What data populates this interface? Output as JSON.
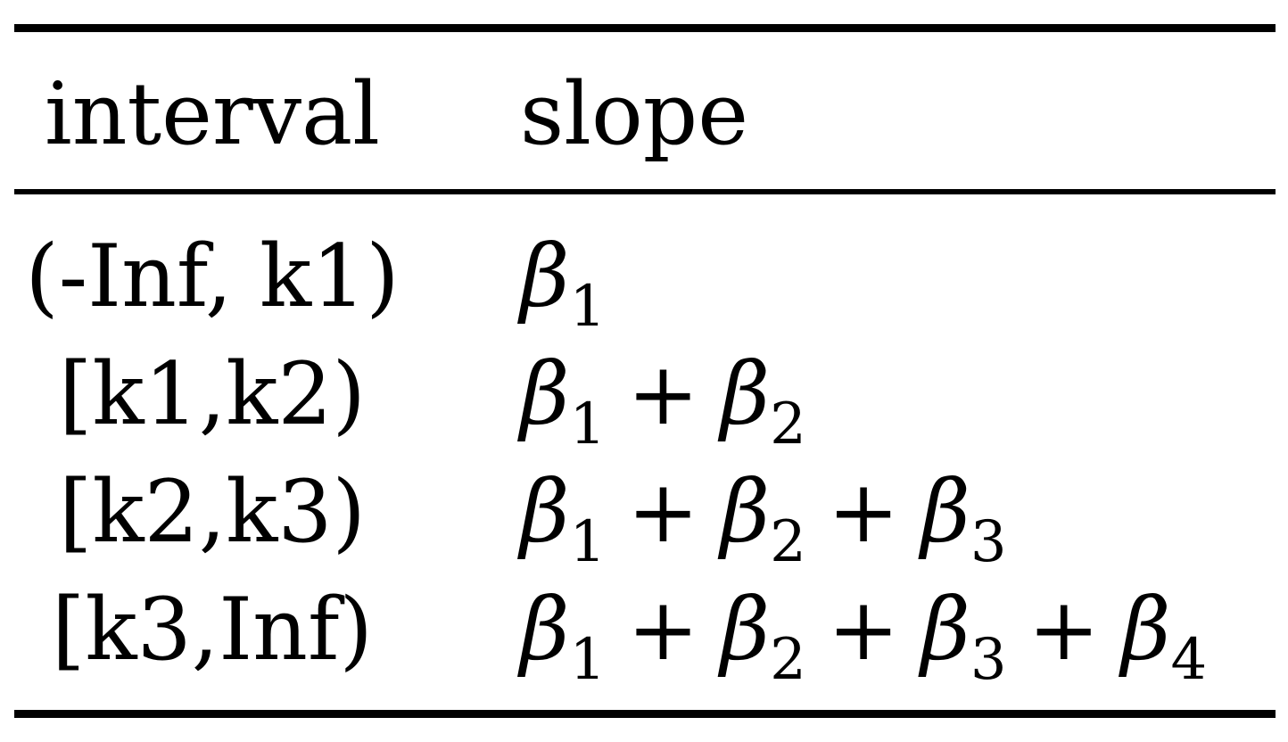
{
  "table": {
    "headers": {
      "interval": "interval",
      "slope": "slope"
    },
    "rows": [
      {
        "interval": "(-Inf, k1)",
        "slope_terms": [
          {
            "symbol": "β",
            "sub": "1"
          }
        ]
      },
      {
        "interval": "[k1,k2)",
        "slope_terms": [
          {
            "symbol": "β",
            "sub": "1"
          },
          {
            "symbol": "β",
            "sub": "2"
          }
        ]
      },
      {
        "interval": "[k2,k3)",
        "slope_terms": [
          {
            "symbol": "β",
            "sub": "1"
          },
          {
            "symbol": "β",
            "sub": "2"
          },
          {
            "symbol": "β",
            "sub": "3"
          }
        ]
      },
      {
        "interval": "[k3,Inf)",
        "slope_terms": [
          {
            "symbol": "β",
            "sub": "1"
          },
          {
            "symbol": "β",
            "sub": "2"
          },
          {
            "symbol": "β",
            "sub": "3"
          },
          {
            "symbol": "β",
            "sub": "4"
          }
        ]
      }
    ],
    "operator": "+"
  },
  "chart_data": {
    "type": "table",
    "columns": [
      "interval",
      "slope"
    ],
    "rows": [
      [
        "(-Inf, k1)",
        "β1"
      ],
      [
        "[k1,k2)",
        "β1 + β2"
      ],
      [
        "[k2,k3)",
        "β1 + β2 + β3"
      ],
      [
        "[k3,Inf)",
        "β1 + β2 + β3 + β4"
      ]
    ]
  }
}
